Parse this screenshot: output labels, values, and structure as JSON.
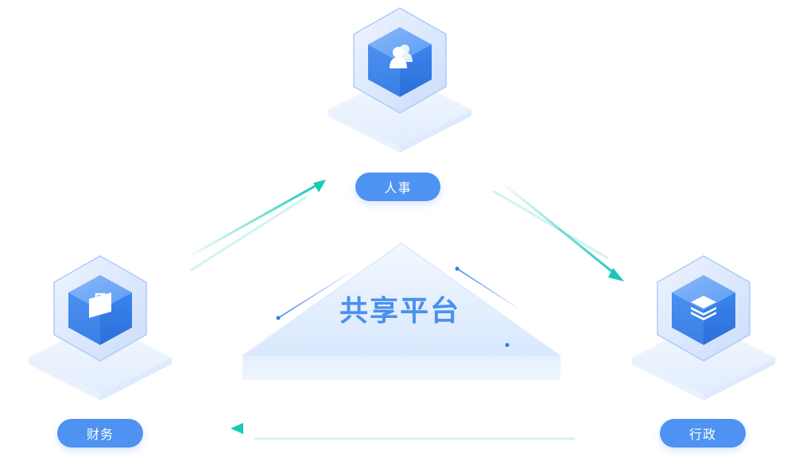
{
  "center": {
    "title": "共享平台"
  },
  "nodes": {
    "hr": {
      "label": "人事",
      "icon": "people-icon"
    },
    "finance": {
      "label": "财务",
      "icon": "briefcase-icon"
    },
    "admin": {
      "label": "行政",
      "icon": "layers-icon"
    }
  },
  "colors": {
    "primary": "#4e93f2",
    "cube": "#3d86ea",
    "arrow": "#19c9b6",
    "title": "#4a90ee"
  }
}
